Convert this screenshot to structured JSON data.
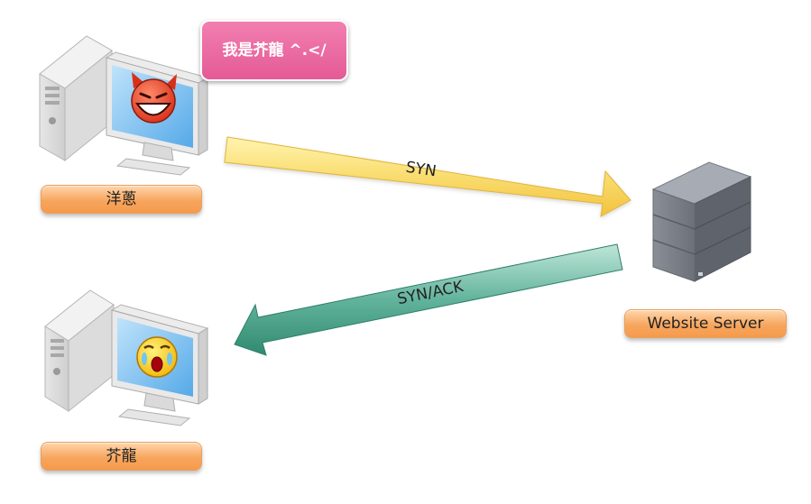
{
  "diagram": {
    "speech_bubble": "我是芥龍 ^.</",
    "nodes": {
      "onion": "洋蔥",
      "mustard": "芥龍",
      "server": "Website Server"
    },
    "arrows": {
      "syn": "SYN",
      "syn_ack": "SYN/ACK"
    }
  },
  "colors": {
    "syn_arrow": "#f7d25a",
    "syn_ack_arrow": "#3e9c83",
    "label_fill": "#f7a65e",
    "bubble_fill": "#e8629f"
  }
}
